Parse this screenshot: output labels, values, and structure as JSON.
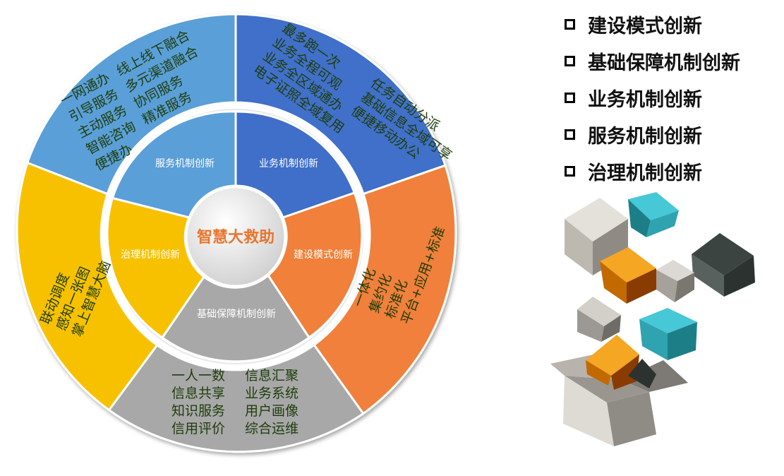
{
  "center": {
    "label": "智慧大救助"
  },
  "sectors": [
    {
      "id": "service",
      "name": "服务机制创新",
      "color": "#5a9fd8",
      "items": [
        "一网通办",
        "线上线下融合",
        "引导服务",
        "多元渠道融合",
        "主动服务",
        "协同服务",
        "智能咨询",
        "精准服务",
        "便捷办"
      ]
    },
    {
      "id": "business",
      "name": "业务机制创新",
      "color": "#3f6fc9",
      "items": [
        "最多跑一次",
        "业务全程可观",
        "业务全区域通办",
        "电子证照全域复用",
        "任务自动分派",
        "基础信息全域可享",
        "便捷移动办公"
      ]
    },
    {
      "id": "construction",
      "name": "建设模式创新",
      "color": "#f0803a",
      "items": [
        "一体化",
        "集约化",
        "标准化",
        "平台+应用+标准"
      ]
    },
    {
      "id": "foundation",
      "name": "基础保障机制创新",
      "color": "#a8a8a8",
      "items": [
        "一人一数",
        "信息汇聚",
        "信息共享",
        "业务系统",
        "知识服务",
        "用户画像",
        "信用评价",
        "综合运维"
      ]
    },
    {
      "id": "governance",
      "name": "治理机制创新",
      "color": "#f7c100",
      "items": [
        "联动调度",
        "感知一张图",
        "掌上智慧大脑"
      ]
    }
  ],
  "legend": {
    "items": [
      "建设模式创新",
      "基础保障机制创新",
      "业务机制创新",
      "服务机制创新",
      "治理机制创新"
    ]
  },
  "colors": {
    "cube_light": "#d6d2cb",
    "cube_teal": "#2bb1c0",
    "cube_orange": "#e68a00",
    "cube_dark": "#4e5654"
  }
}
